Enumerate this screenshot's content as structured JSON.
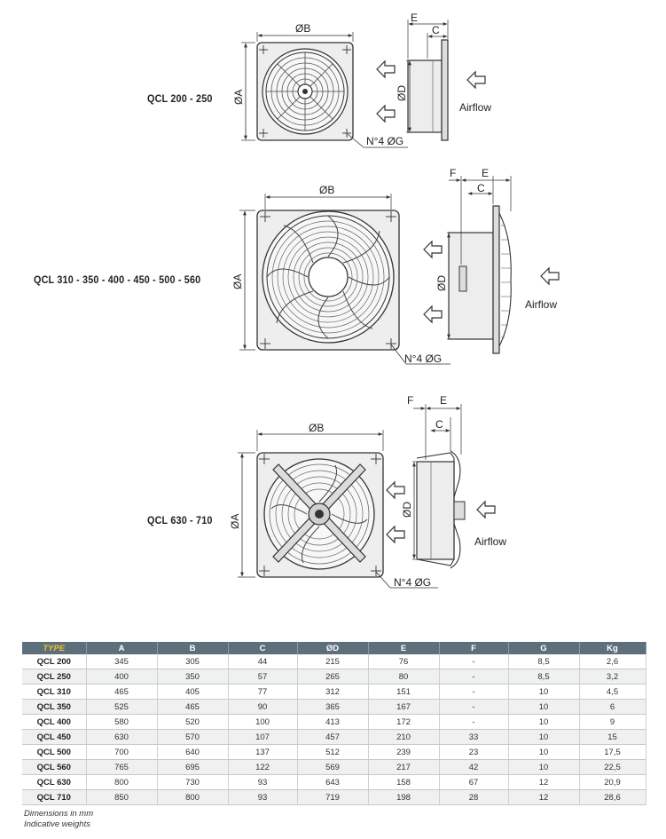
{
  "models": [
    {
      "label": "QCL 200 - 250"
    },
    {
      "label": "QCL 310 - 350 - 400 - 450 - 500 - 560"
    },
    {
      "label": "QCL 630 - 710"
    }
  ],
  "dimension_labels": {
    "b": "ØB",
    "a": "ØA",
    "d": "ØD",
    "e": "E",
    "c": "C",
    "f": "F",
    "holes": "N°4 ØG",
    "airflow": "Airflow"
  },
  "table": {
    "headers": [
      "TYPE",
      "A",
      "B",
      "C",
      "ØD",
      "E",
      "F",
      "G",
      "Kg"
    ],
    "rows": [
      [
        "QCL 200",
        "345",
        "305",
        "44",
        "215",
        "76",
        "-",
        "8,5",
        "2,6"
      ],
      [
        "QCL 250",
        "400",
        "350",
        "57",
        "265",
        "80",
        "-",
        "8,5",
        "3,2"
      ],
      [
        "QCL 310",
        "465",
        "405",
        "77",
        "312",
        "151",
        "-",
        "10",
        "4,5"
      ],
      [
        "QCL 350",
        "525",
        "465",
        "90",
        "365",
        "167",
        "-",
        "10",
        "6"
      ],
      [
        "QCL 400",
        "580",
        "520",
        "100",
        "413",
        "172",
        "-",
        "10",
        "9"
      ],
      [
        "QCL 450",
        "630",
        "570",
        "107",
        "457",
        "210",
        "33",
        "10",
        "15"
      ],
      [
        "QCL 500",
        "700",
        "640",
        "137",
        "512",
        "239",
        "23",
        "10",
        "17,5"
      ],
      [
        "QCL 560",
        "765",
        "695",
        "122",
        "569",
        "217",
        "42",
        "10",
        "22,5"
      ],
      [
        "QCL 630",
        "800",
        "730",
        "93",
        "643",
        "158",
        "67",
        "12",
        "20,9"
      ],
      [
        "QCL 710",
        "850",
        "800",
        "93",
        "719",
        "198",
        "28",
        "12",
        "28,6"
      ]
    ]
  },
  "notes": [
    "Dimensions in mm",
    "Indicative weights"
  ]
}
